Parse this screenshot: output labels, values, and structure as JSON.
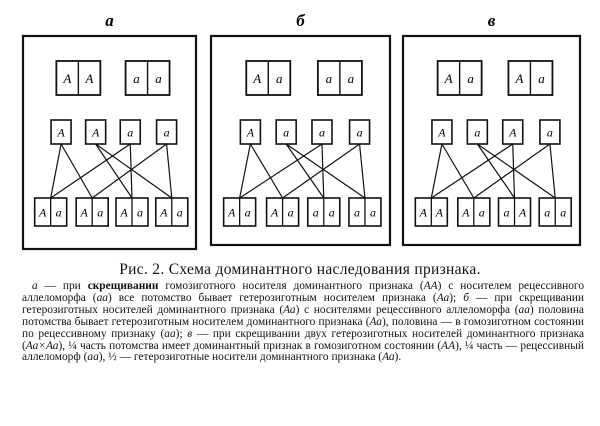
{
  "panels": [
    {
      "letter": "а",
      "parents": [
        [
          "A",
          "A"
        ],
        [
          "a",
          "a"
        ]
      ],
      "gametes": [
        "A",
        "A",
        "a",
        "a"
      ],
      "offspring": [
        [
          "A",
          "a"
        ],
        [
          "A",
          "a"
        ],
        [
          "A",
          "a"
        ],
        [
          "A",
          "a"
        ]
      ],
      "links": [
        [
          0,
          0
        ],
        [
          0,
          1
        ],
        [
          1,
          2
        ],
        [
          1,
          3
        ],
        [
          2,
          0
        ],
        [
          2,
          2
        ],
        [
          3,
          1
        ],
        [
          3,
          3
        ]
      ]
    },
    {
      "letter": "б",
      "parents": [
        [
          "A",
          "a"
        ],
        [
          "a",
          "a"
        ]
      ],
      "gametes": [
        "A",
        "a",
        "a",
        "a"
      ],
      "offspring": [
        [
          "A",
          "a"
        ],
        [
          "A",
          "a"
        ],
        [
          "a",
          "a"
        ],
        [
          "a",
          "a"
        ]
      ],
      "links": [
        [
          0,
          0
        ],
        [
          0,
          1
        ],
        [
          1,
          2
        ],
        [
          1,
          3
        ],
        [
          2,
          0
        ],
        [
          2,
          2
        ],
        [
          3,
          1
        ],
        [
          3,
          3
        ]
      ]
    },
    {
      "letter": "в",
      "parents": [
        [
          "A",
          "a"
        ],
        [
          "A",
          "a"
        ]
      ],
      "gametes": [
        "A",
        "a",
        "A",
        "a"
      ],
      "offspring": [
        [
          "A",
          "A"
        ],
        [
          "A",
          "a"
        ],
        [
          "a",
          "A"
        ],
        [
          "a",
          "a"
        ]
      ],
      "links": [
        [
          0,
          0
        ],
        [
          0,
          1
        ],
        [
          1,
          2
        ],
        [
          1,
          3
        ],
        [
          2,
          0
        ],
        [
          2,
          2
        ],
        [
          3,
          1
        ],
        [
          3,
          3
        ]
      ]
    }
  ],
  "caption": "Рис. 2. Схема доминантного наследования признака.",
  "legend": [
    {
      "t": "а",
      "s": "i"
    },
    {
      "t": " — при "
    },
    {
      "t": "скрещивании",
      "s": "b"
    },
    {
      "t": " гомозиготного носителя доминантного признака ("
    },
    {
      "t": "АА",
      "s": "i"
    },
    {
      "t": ") с носителем рецессивного аллеломорфа ("
    },
    {
      "t": "аа",
      "s": "i"
    },
    {
      "t": ") все потомство бывает гетерозиготным носителем признака ("
    },
    {
      "t": "Аа",
      "s": "i"
    },
    {
      "t": "); "
    },
    {
      "t": "б",
      "s": "i"
    },
    {
      "t": " — при скрещивании гетерозиготных носителей доминантного признака ("
    },
    {
      "t": "Аа",
      "s": "i"
    },
    {
      "t": ") с носителями рецессивного аллеломорфа ("
    },
    {
      "t": "аа",
      "s": "i"
    },
    {
      "t": ") половина потомства бывает гетерозиготным носителем доминантного признака ("
    },
    {
      "t": "Аа",
      "s": "i"
    },
    {
      "t": "), половина — в гомозиготном состоянии по рецессивному признаку ("
    },
    {
      "t": "аа",
      "s": "i"
    },
    {
      "t": "); "
    },
    {
      "t": "в",
      "s": "i"
    },
    {
      "t": " — при скрещивании двух гетерозиготных носителей доминантного признака ("
    },
    {
      "t": "Аа×Аа",
      "s": "i"
    },
    {
      "t": "), ¼ часть потомства имеет доминантный признак в гомозиготном состоянии ("
    },
    {
      "t": "АА",
      "s": "i"
    },
    {
      "t": "), ¼ часть — рецессивный аллеломорф ("
    },
    {
      "t": "аа",
      "s": "i"
    },
    {
      "t": "), ½ — гетерозиготные носители доминантного признака ("
    },
    {
      "t": "Аа",
      "s": "i"
    },
    {
      "t": ")."
    }
  ]
}
